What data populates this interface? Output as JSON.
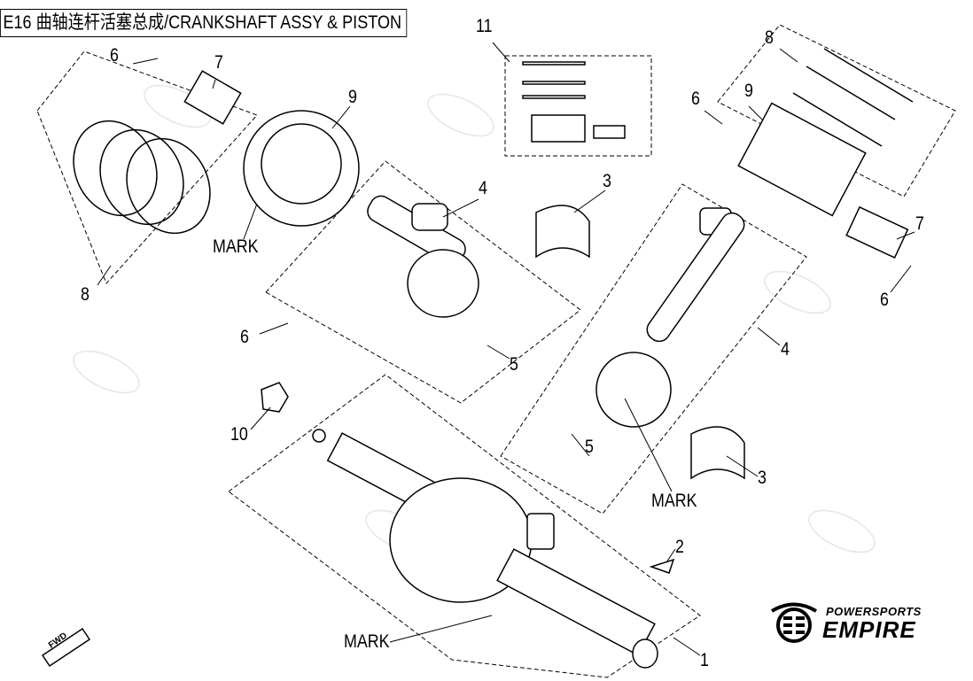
{
  "title": "E16 曲轴连杆活塞总成/CRANKSHAFT ASSY & PISTON",
  "watermark": "POWERSPORTS EMPIRE",
  "logo": {
    "line1": "POWERSPORTS",
    "line2": "EMPIRE"
  },
  "fwd_label": "FWD",
  "callouts": {
    "c6a": "6",
    "c7a": "7",
    "c9a": "9",
    "c8a": "8",
    "marka": "MARK",
    "c6b": "6",
    "c4a": "4",
    "c3a": "3",
    "c5a": "5",
    "c11": "11",
    "c8b": "8",
    "c9b": "9",
    "c6c": "6",
    "c7b": "7",
    "c6d": "6",
    "c4b": "4",
    "c3b": "3",
    "c5b": "5",
    "markb": "MARK",
    "c10": "10",
    "c2": "2",
    "markc": "MARK",
    "c1": "1"
  }
}
